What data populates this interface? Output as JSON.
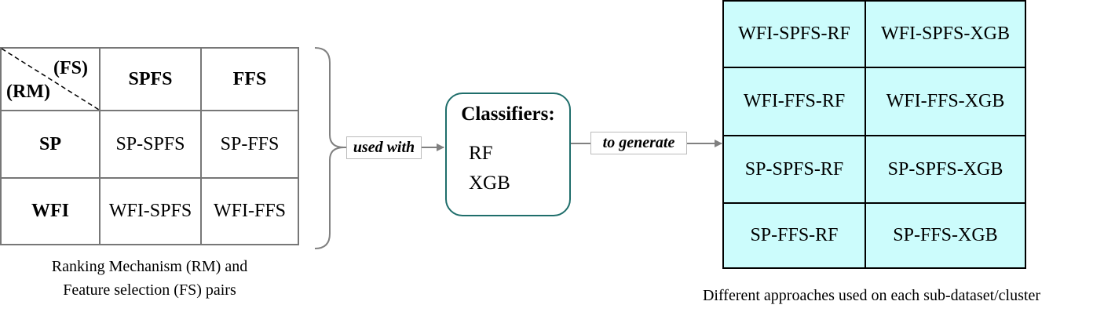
{
  "pair_table": {
    "corner_top": "(FS)",
    "corner_bottom": "(RM)",
    "columns": [
      "SPFS",
      "FFS"
    ],
    "rows": [
      {
        "label": "SP",
        "cells": [
          "SP-SPFS",
          "SP-FFS"
        ]
      },
      {
        "label": "WFI",
        "cells": [
          "WFI-SPFS",
          "WFI-FFS"
        ]
      }
    ],
    "caption_line1": "Ranking Mechanism (RM) and",
    "caption_line2": "Feature selection (FS) pairs"
  },
  "edges": {
    "used_with": "used with",
    "to_generate": "to generate"
  },
  "classifiers": {
    "title": "Classifiers:",
    "items": [
      "RF",
      "XGB"
    ]
  },
  "approaches": {
    "rows": [
      [
        "WFI-SPFS-RF",
        "WFI-SPFS-XGB"
      ],
      [
        "WFI-FFS-RF",
        "WFI-FFS-XGB"
      ],
      [
        "SP-SPFS-RF",
        "SP-SPFS-XGB"
      ],
      [
        "SP-FFS-RF",
        "SP-FFS-XGB"
      ]
    ],
    "caption": "Different approaches used on each sub-dataset/cluster"
  },
  "colors": {
    "approach_fill": "#ccfcfc",
    "classifier_border": "#1f6e6b",
    "connector": "#808080"
  }
}
